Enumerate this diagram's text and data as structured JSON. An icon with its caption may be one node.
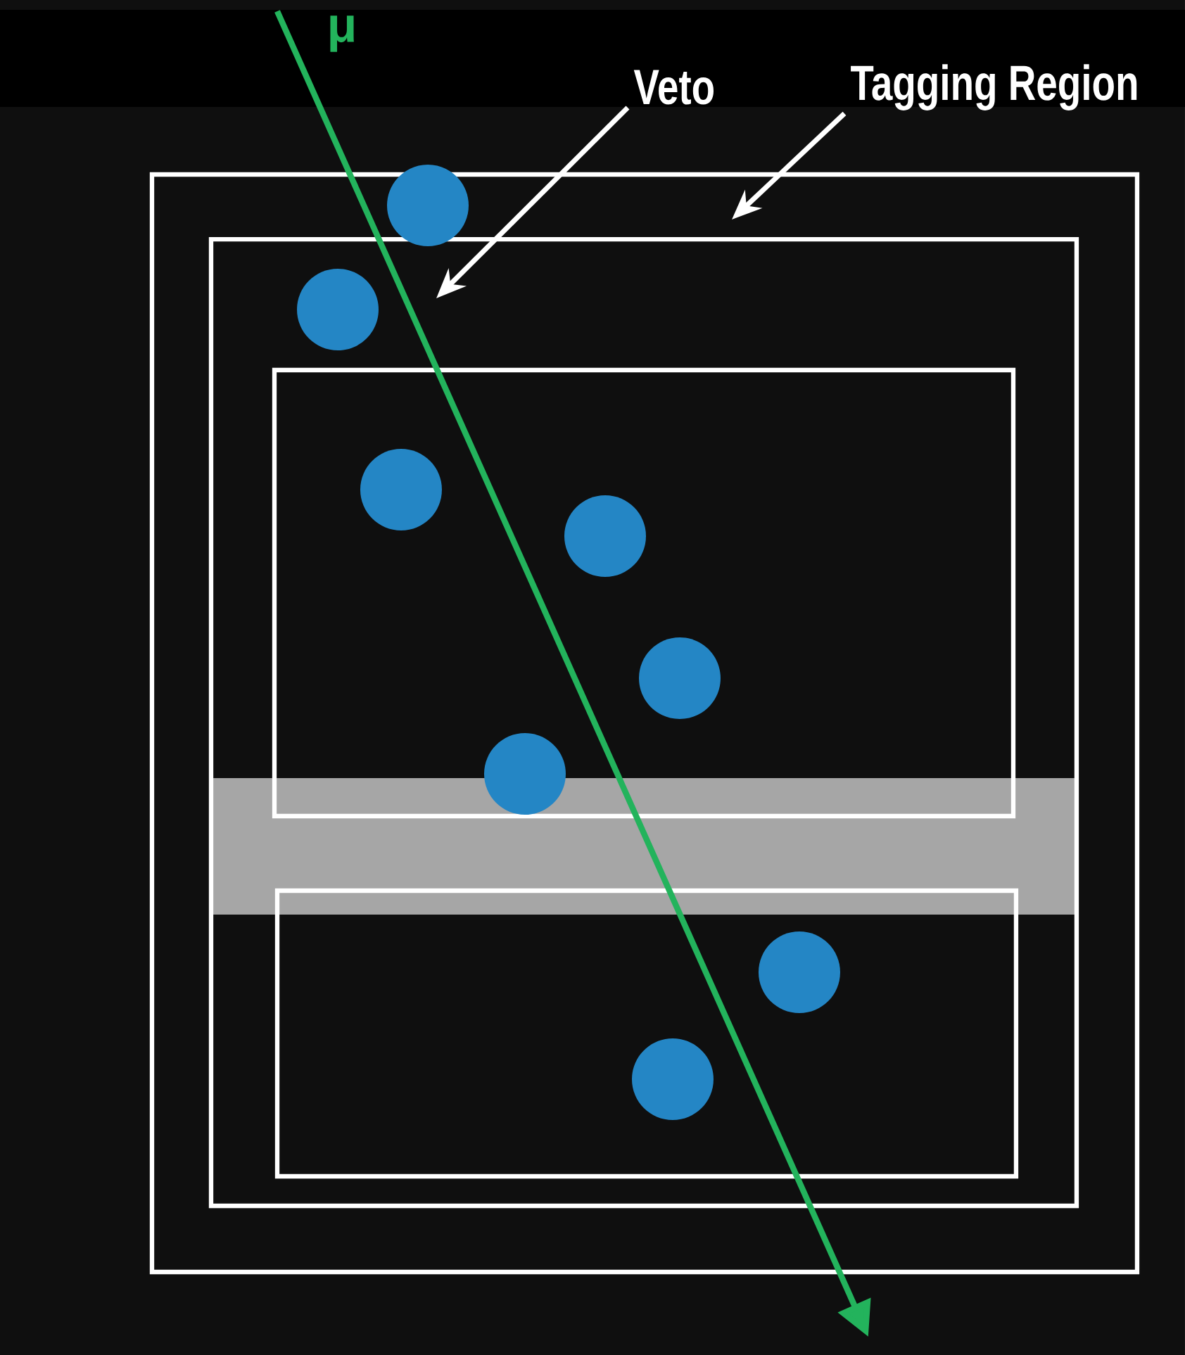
{
  "diagram": {
    "nodes": [
      {
        "text": [
          "Veto"
        ]
      },
      {
        "text": [
          "Tagging Region"
        ]
      }
    ],
    "edges": [
      {
        "from": 0,
        "to": null,
        "arrow": "to"
      },
      {
        "from": 1,
        "to": null,
        "arrow": "to"
      }
    ],
    "labels": [
      "μ"
    ]
  }
}
